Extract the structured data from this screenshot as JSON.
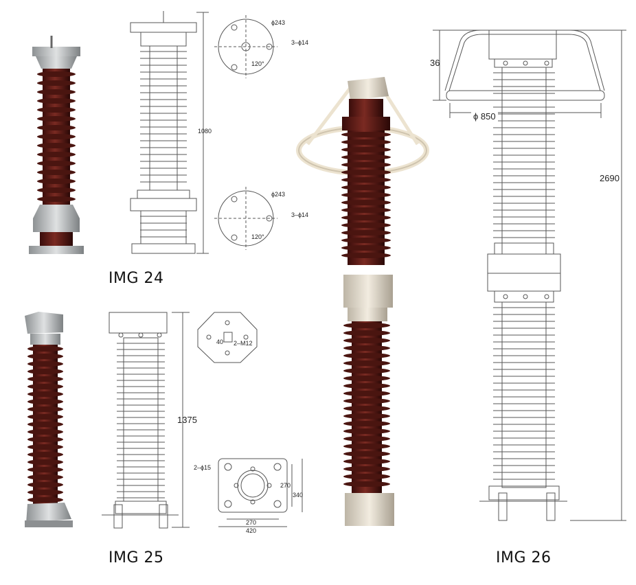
{
  "captions": {
    "img24": "IMG 24",
    "img25": "IMG 25",
    "img26": "IMG 26"
  },
  "img24": {
    "height": "1080",
    "top_dia": "ϕ243",
    "top_holes": "3–ϕ14",
    "top_angle": "120°",
    "bot_dia": "ϕ243",
    "bot_holes": "3–ϕ14",
    "bot_angle": "120°"
  },
  "img25": {
    "height": "1375",
    "bolt_gap": "40",
    "bolt_label": "2–M12",
    "base_holes": "2–ϕ15",
    "base_inner": "270",
    "base_outer": "340",
    "base_w_inner": "270",
    "base_w_outer": "420"
  },
  "img26": {
    "ring_h": "36",
    "ring_dia": "ϕ 850",
    "height": "2690"
  },
  "colors": {
    "porcelain": "#5a1a16",
    "metal": "#b9bcbe",
    "line": "#555555",
    "ring": "#ece3d0"
  }
}
